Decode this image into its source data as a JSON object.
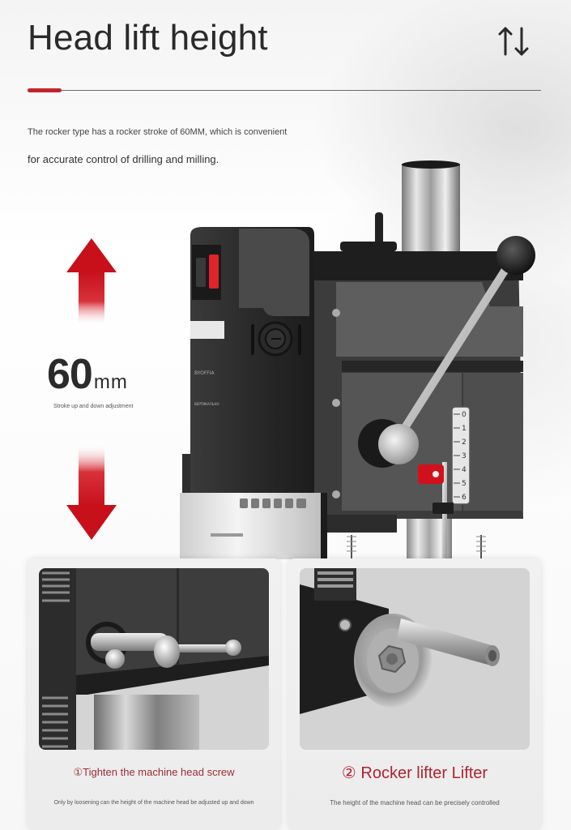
{
  "header": {
    "title": "Head lift height",
    "icon": "up-down-arrows-icon",
    "accent_color": "#c1232b"
  },
  "description": {
    "line1": "The rocker type has a rocker stroke of 60MM, which is convenient",
    "line2": "for accurate control of drilling and milling."
  },
  "stroke": {
    "value": "60",
    "unit": "mm",
    "caption": "Stroke up and down adjustment",
    "arrow_color": "#c8101a"
  },
  "machine": {
    "scale_ticks": [
      "0",
      "1",
      "2",
      "3",
      "4",
      "5",
      "6"
    ]
  },
  "cards": [
    {
      "title": "①Tighten the machine head screw",
      "subtitle": "Only by loosening can the height of the machine head be adjusted up and down"
    },
    {
      "title": "② Rocker lifter Lifter",
      "subtitle": "The height of the machine head can be precisely controlled"
    }
  ]
}
